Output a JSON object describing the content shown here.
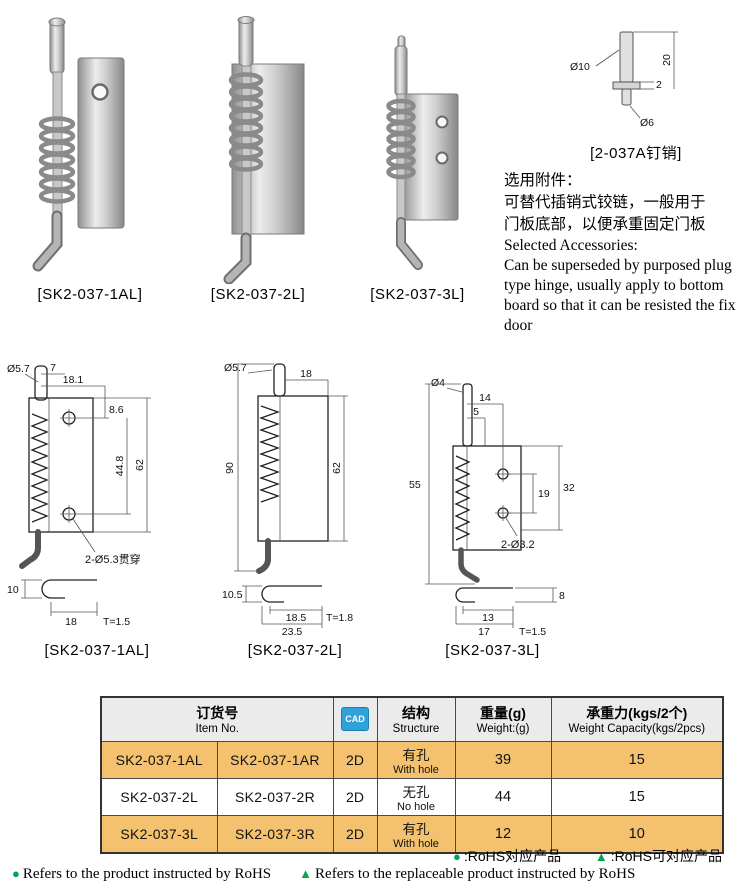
{
  "colors": {
    "row_highlight": "#f4c26f",
    "header_bg": "#ebebeb",
    "table_border": "#4a4a4a",
    "rohs_green": "#00a651",
    "cad_blue": "#2fa3d9"
  },
  "photos": {
    "p1_caption": "[SK2-037-1AL]",
    "p2_caption": "[SK2-037-2L]",
    "p3_caption": "[SK2-037-3L]"
  },
  "pin_diagram": {
    "caption": "[2-037A钉销]",
    "dims": {
      "head_dia": "Ø10",
      "head_height": "2",
      "length": "20",
      "shaft_dia": "Ø6"
    }
  },
  "accessories": {
    "cn_title": "选用附件：",
    "cn_line1": "可替代插销式铰链，一般用于",
    "cn_line2": "门板底部，以便承重固定门板",
    "en_title": "Selected Accessories:",
    "en_body": "Can be superseded by purposed plug type hinge, usually apply to bottom board so that it can be resisted the fix door"
  },
  "drawing1": {
    "caption": "[SK2-037-1AL]",
    "dims": {
      "pin_dia": "Ø5.7",
      "pin_offset": "7",
      "top_width": "18.1",
      "hole_offset": "8.6",
      "hole_span": "44.8",
      "plate_height": "62",
      "holes_note": "2-Ø5.3贯穿",
      "hook_height": "10",
      "hook_width": "18",
      "thickness": "T=1.5"
    }
  },
  "drawing2": {
    "caption": "[SK2-037-2L]",
    "dims": {
      "pin_dia": "Ø5.7",
      "top_width": "18",
      "total_height": "90",
      "plate_height": "62",
      "hook_height": "10.5",
      "hook_inner": "18.5",
      "hook_outer": "23.5",
      "thickness": "T=1.8"
    }
  },
  "drawing3": {
    "caption": "[SK2-037-3L]",
    "dims": {
      "pin_dia": "Ø4",
      "pin_offset": "5",
      "top_width": "14",
      "hole_span": "19",
      "plate_span": "32",
      "total_height": "55",
      "holes_note": "2-Ø3.2",
      "hook_inner": "13",
      "hook_outer": "17",
      "thickness": "T=1.5",
      "hook_height": "8"
    }
  },
  "table": {
    "headers": {
      "item_cn": "订货号",
      "item_en": "Item No.",
      "cad_label": "CAD",
      "structure_cn": "结构",
      "structure_en": "Structure",
      "weight_cn": "重量(g)",
      "weight_en": "Weight:(g)",
      "capacity_cn": "承重力(kgs/2个)",
      "capacity_en": "Weight Capacity(kgs/2pcs)"
    },
    "rows": [
      {
        "item_l": "SK2-037-1AL",
        "item_r": "SK2-037-1AR",
        "cad": "2D",
        "structure_cn": "有孔",
        "structure_en": "With hole",
        "weight": "39",
        "capacity": "15"
      },
      {
        "item_l": "SK2-037-2L",
        "item_r": "SK2-037-2R",
        "cad": "2D",
        "structure_cn": "无孔",
        "structure_en": "No hole",
        "weight": "44",
        "capacity": "15"
      },
      {
        "item_l": "SK2-037-3L",
        "item_r": "SK2-037-3R",
        "cad": "2D",
        "structure_cn": "有孔",
        "structure_en": "With hole",
        "weight": "12",
        "capacity": "10"
      }
    ]
  },
  "legend": {
    "dot": "●",
    "triangle": "▲",
    "dot_cn": ":RoHS对应产品",
    "tri_cn": ":RoHS可对应产品",
    "dot_en": "Refers to the product instructed by RoHS",
    "tri_en": "Refers to the replaceable product instructed by RoHS"
  }
}
